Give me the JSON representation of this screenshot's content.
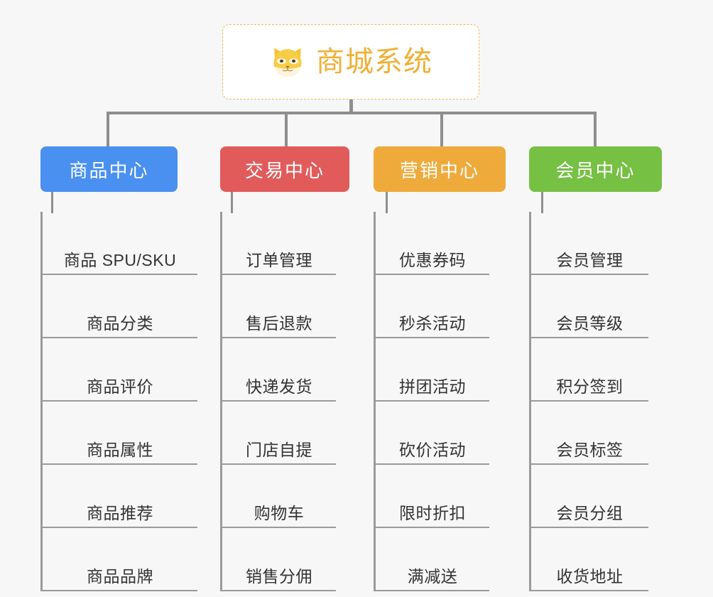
{
  "page": {
    "background_color": "#f7f7f7",
    "connector_color": "#8e8e8e"
  },
  "root": {
    "title": "商城系统",
    "icon": "dog-face-emoji",
    "title_color": "#efb035",
    "border_color": "#f0b95a",
    "background_color": "#ffffff"
  },
  "columns": [
    {
      "title": "商品中心",
      "color": "#4a90f0",
      "items": [
        {
          "label": "商品 SPU/SKU"
        },
        {
          "label": "商品分类"
        },
        {
          "label": "商品评价"
        },
        {
          "label": "商品属性"
        },
        {
          "label": "商品推荐"
        },
        {
          "label": "商品品牌"
        }
      ]
    },
    {
      "title": "交易中心",
      "color": "#e15b5b",
      "items": [
        {
          "label": "订单管理"
        },
        {
          "label": "售后退款"
        },
        {
          "label": "快递发货"
        },
        {
          "label": "门店自提"
        },
        {
          "label": "购物车"
        },
        {
          "label": "销售分佣"
        }
      ]
    },
    {
      "title": "营销中心",
      "color": "#eeab3c",
      "items": [
        {
          "label": "优惠券码"
        },
        {
          "label": "秒杀活动"
        },
        {
          "label": "拼团活动"
        },
        {
          "label": "砍价活动"
        },
        {
          "label": "限时折扣"
        },
        {
          "label": "满减送"
        }
      ]
    },
    {
      "title": "会员中心",
      "color": "#76c044",
      "items": [
        {
          "label": "会员管理"
        },
        {
          "label": "会员等级"
        },
        {
          "label": "积分签到"
        },
        {
          "label": "会员标签"
        },
        {
          "label": "会员分组"
        },
        {
          "label": "收货地址"
        }
      ]
    }
  ]
}
